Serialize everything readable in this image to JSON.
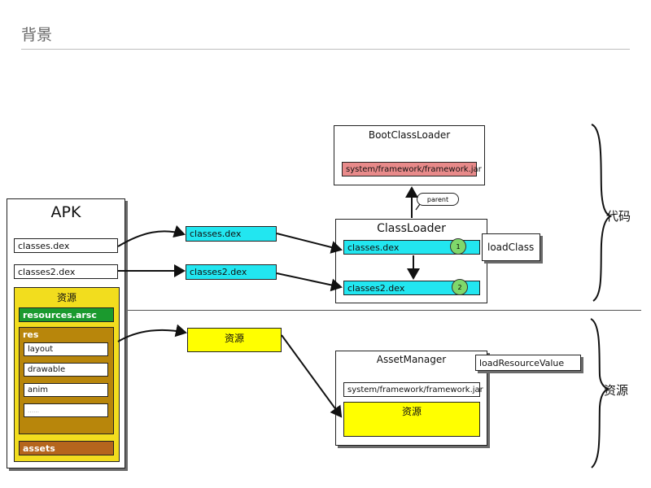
{
  "page": {
    "title": "背景"
  },
  "apk": {
    "title": "APK",
    "dex1": "classes.dex",
    "dex2": "classes2.dex",
    "resources": {
      "title": "资源",
      "arsc": "resources.arsc",
      "res": {
        "title": "res",
        "items": [
          "layout",
          "drawable",
          "anim",
          "……"
        ]
      },
      "assets": "assets"
    }
  },
  "middle": {
    "dex1": "classes.dex",
    "dex2": "classes2.dex",
    "resources": "资源"
  },
  "boot_class_loader": {
    "title": "BootClassLoader",
    "jar": "system/framework/framework.jar"
  },
  "parent_label": "parent",
  "class_loader": {
    "title": "ClassLoader",
    "dex1": "classes.dex",
    "dex2": "classes2.dex",
    "step1": "1",
    "step2": "2",
    "load_class": "loadClass"
  },
  "asset_manager": {
    "title": "AssetManager",
    "jar": "system/framework/framework.jar",
    "resources": "资源",
    "load_resource_value": "loadResourceValue"
  },
  "side_labels": {
    "code": "代码",
    "resources": "资源"
  },
  "colors": {
    "dex": "#22e6f0",
    "resources": "#ffff00",
    "resources_panel": "#f2dd1e",
    "arsc": "#1b9a2e",
    "res_panel": "#b8860b",
    "assets": "#b5651d",
    "framework_jar_boot": "#e88a8a",
    "step_circle": "#7fd86b"
  }
}
